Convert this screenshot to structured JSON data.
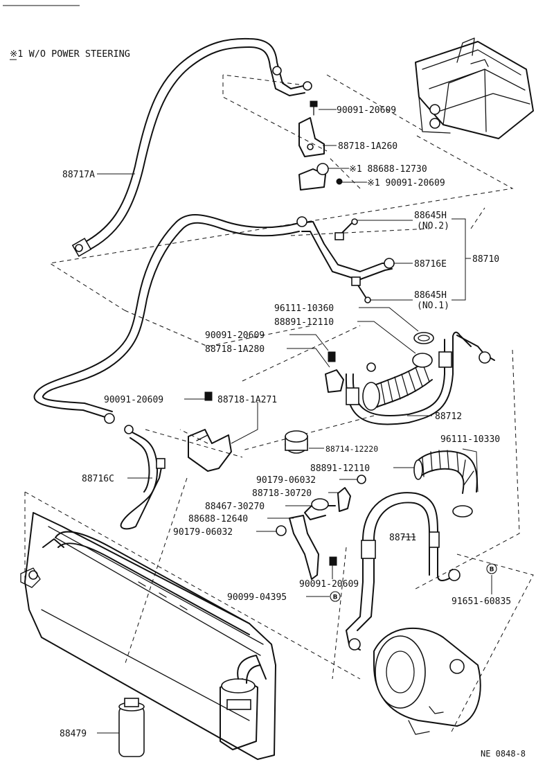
{
  "header_note": "※1 W/O POWER STEERING",
  "figure_code": "NE 0848-8",
  "labels": {
    "p90091_20609_top": "90091-20609",
    "p88718_1A260": "88718-1A260",
    "p88688_12730": "※1 88688-12730",
    "p90091_20609_s1": "※1 90091-20609",
    "p88717A": "88717A",
    "p88645H_no2": "88645H",
    "p88645H_no2_sub": "(NO.2)",
    "p88716E": "88716E",
    "p88710": "88710",
    "p88645H_no1": "88645H",
    "p88645H_no1_sub": "(NO.1)",
    "p96111_10360": "96111-10360",
    "p88891_12110_a": "88891-12110",
    "p90091_20609_mid": "90091-20609",
    "p88718_1A280": "88718-1A280",
    "p90091_20609_left": "90091-20609",
    "p88718_1A271": "88718-1A271",
    "p88712": "88712",
    "p88714_12220": "88714-12220",
    "p96111_10330": "96111-10330",
    "p88891_12110_b": "88891-12110",
    "p88716C": "88716C",
    "p90179_06032_a": "90179-06032",
    "p88718_30720": "88718-30720",
    "p88467_30270": "88467-30270",
    "p88688_12640": "88688-12640",
    "p90179_06032_b": "90179-06032",
    "p88711": "88711",
    "p90091_20609_low": "90091-20609",
    "p90099_04395": "90099-04395",
    "p91651_60835": "91651-60835",
    "p88479": "88479",
    "ref_B": "B"
  }
}
